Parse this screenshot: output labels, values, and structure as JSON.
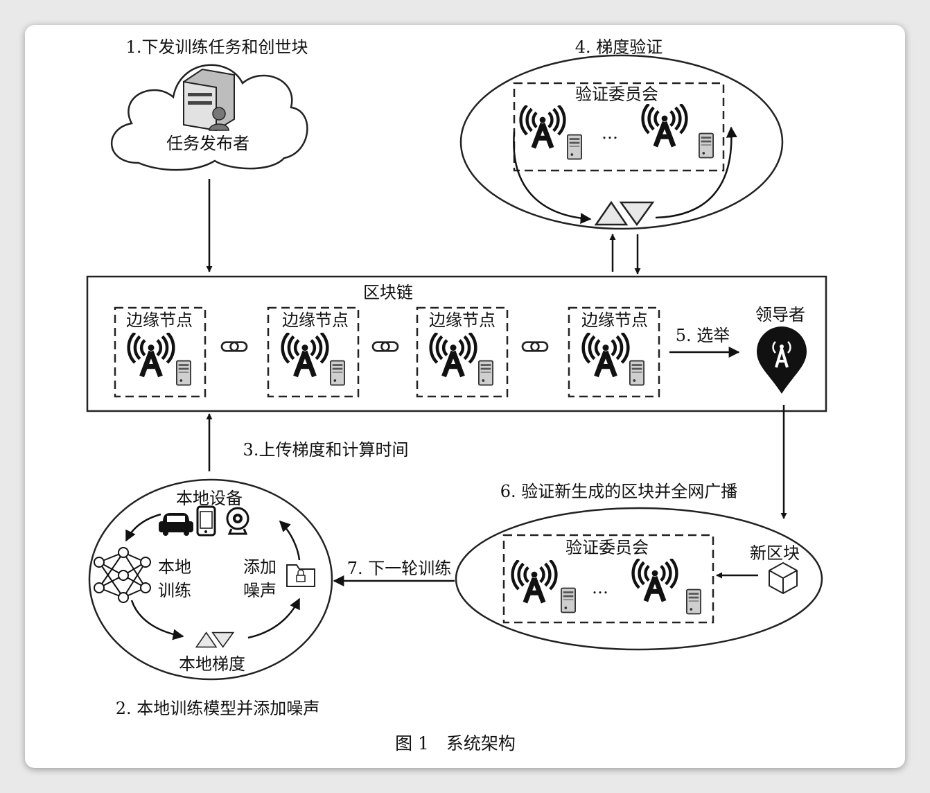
{
  "labels": {
    "step1": "1.下发训练任务和创世块",
    "publisher": "任务发布者",
    "step4": "4. 梯度验证",
    "committee": "验证委员会",
    "ellipsis": "…",
    "blockchain": "区块链",
    "edge_node": "边缘节点",
    "leader": "领导者",
    "step5": "5. 选举",
    "step3": "3.上传梯度和计算时间",
    "step6": "6. 验证新生成的区块并全网广播",
    "new_block": "新区块",
    "step7": "7. 下一轮训练",
    "local_devices": "本地设备",
    "local_train_1": "本地",
    "local_train_2": "训练",
    "add_noise_1": "添加",
    "add_noise_2": "噪声",
    "local_gradient": "本地梯度",
    "step2": "2. 本地训练模型并添加噪声",
    "caption": "图 1　系统架构"
  }
}
